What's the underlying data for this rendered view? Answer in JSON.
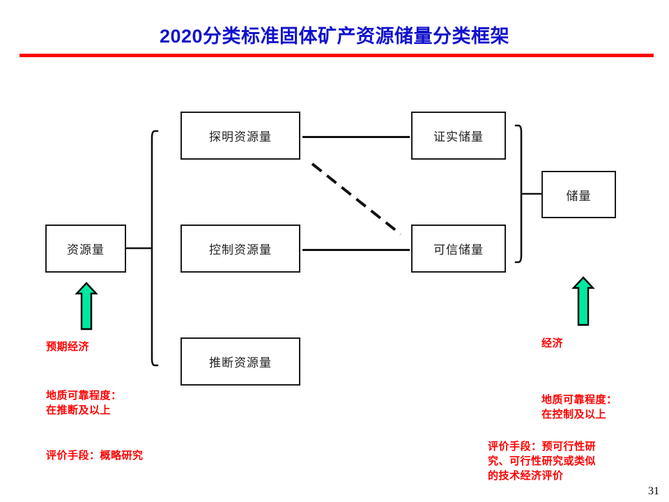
{
  "slide": {
    "title": "2020分类标准固体矿产资源储量分类框架",
    "page_number": "31",
    "title_color": "#1111CC",
    "rule_color": "#FF0000",
    "note_color": "#FF0000",
    "arrow_color": "#00E8A0",
    "box_border_color": "#1A1A1A"
  },
  "nodes": {
    "resource": "资源量",
    "measured": "探明资源量",
    "indicated": "控制资源量",
    "inferred": "推断资源量",
    "proved": "证实储量",
    "probable": "可信储量",
    "reserve": "储量"
  },
  "notes": {
    "left": {
      "economic": "预期经济",
      "geology": "地质可靠程度：\n在推断及以上",
      "method": "评价手段：概略研究"
    },
    "right": {
      "economic": "经济",
      "geology": "地质可靠程度：\n在控制及以上",
      "method": "评价手段：预可行性研\n究、可行性研究或类似\n的技术经济评价"
    }
  },
  "connectors": {
    "measured_to_proved": "solid-line",
    "indicated_to_probable": "solid-line",
    "measured_to_probable": "dashed-line",
    "left_brace": "curly-brace-right",
    "right_brace": "curly-brace-left"
  },
  "arrows": {
    "left": "up-arrow",
    "right": "up-arrow"
  }
}
